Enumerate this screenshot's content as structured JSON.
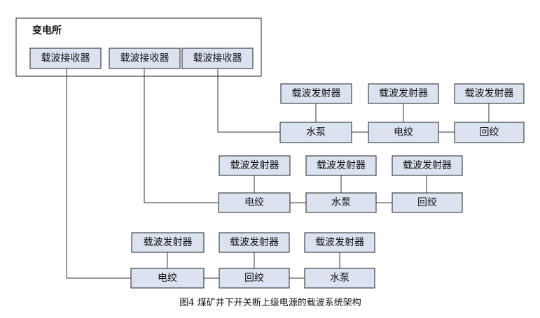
{
  "diagram": {
    "station_title": "变电所",
    "caption": "图4   煤矿井下开关断上级电源的载波系统架构",
    "receiver_label": "载波接收器",
    "transmitter_label": "载波发射器",
    "receivers": [
      "载波接收器",
      "载波接收器",
      "载波接收器"
    ],
    "rows": [
      {
        "transmitters": [
          "载波发射器",
          "载波发射器",
          "载波发射器"
        ],
        "devices": [
          "水泵",
          "电绞",
          "回绞"
        ]
      },
      {
        "transmitters": [
          "载波发射器",
          "载波发射器",
          "载波发射器"
        ],
        "devices": [
          "电绞",
          "水泵",
          "回绞"
        ]
      },
      {
        "transmitters": [
          "载波发射器",
          "载波发射器",
          "载波发射器"
        ],
        "devices": [
          "电绞",
          "回绞",
          "水泵"
        ]
      }
    ]
  }
}
